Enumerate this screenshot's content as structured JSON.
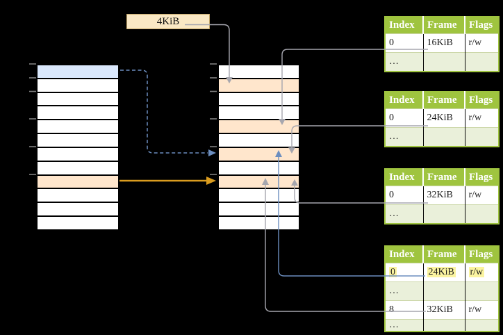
{
  "colors": {
    "green": "#9FC43F",
    "row-green": "#EAF0DA",
    "row-blue": "#DAE8FC",
    "row-orange": "#FFE6CC",
    "box-tan": "#FAE8C4",
    "box-border": "#C7A96B",
    "hl-yellow": "#FBF4A0",
    "gray-line": "#A6A6AE",
    "blue-line": "#6C8EBF",
    "orange-line": "#DA9C1F",
    "tick-gray": "#7F7F7F"
  },
  "page_size_box": {
    "label": "4KiB"
  },
  "memory_columns": {
    "virtual": {
      "slot_count": 12,
      "blue_slot_index": 0,
      "orange_slot_index": 8
    },
    "physical": {
      "slot_count": 12,
      "orange_slot_indexes": [
        1,
        4,
        6,
        8
      ]
    }
  },
  "page_tables": [
    {
      "headers": [
        "Index",
        "Frame",
        "Flags"
      ],
      "rows": [
        [
          "0",
          "16KiB",
          "r/w"
        ],
        [
          "…",
          "",
          ""
        ]
      ]
    },
    {
      "headers": [
        "Index",
        "Frame",
        "Flags"
      ],
      "rows": [
        [
          "0",
          "24KiB",
          "r/w"
        ],
        [
          "…",
          "",
          ""
        ]
      ]
    },
    {
      "headers": [
        "Index",
        "Frame",
        "Flags"
      ],
      "rows": [
        [
          "0",
          "32KiB",
          "r/w"
        ],
        [
          "…",
          "",
          ""
        ]
      ]
    },
    {
      "headers": [
        "Index",
        "Frame",
        "Flags"
      ],
      "rows": [
        [
          "0",
          "24KiB",
          "r/w"
        ],
        [
          "…",
          "",
          ""
        ],
        [
          "8",
          "32KiB",
          "r/w"
        ],
        [
          "…",
          "",
          ""
        ]
      ],
      "highlighted_row_index": 0
    }
  ]
}
